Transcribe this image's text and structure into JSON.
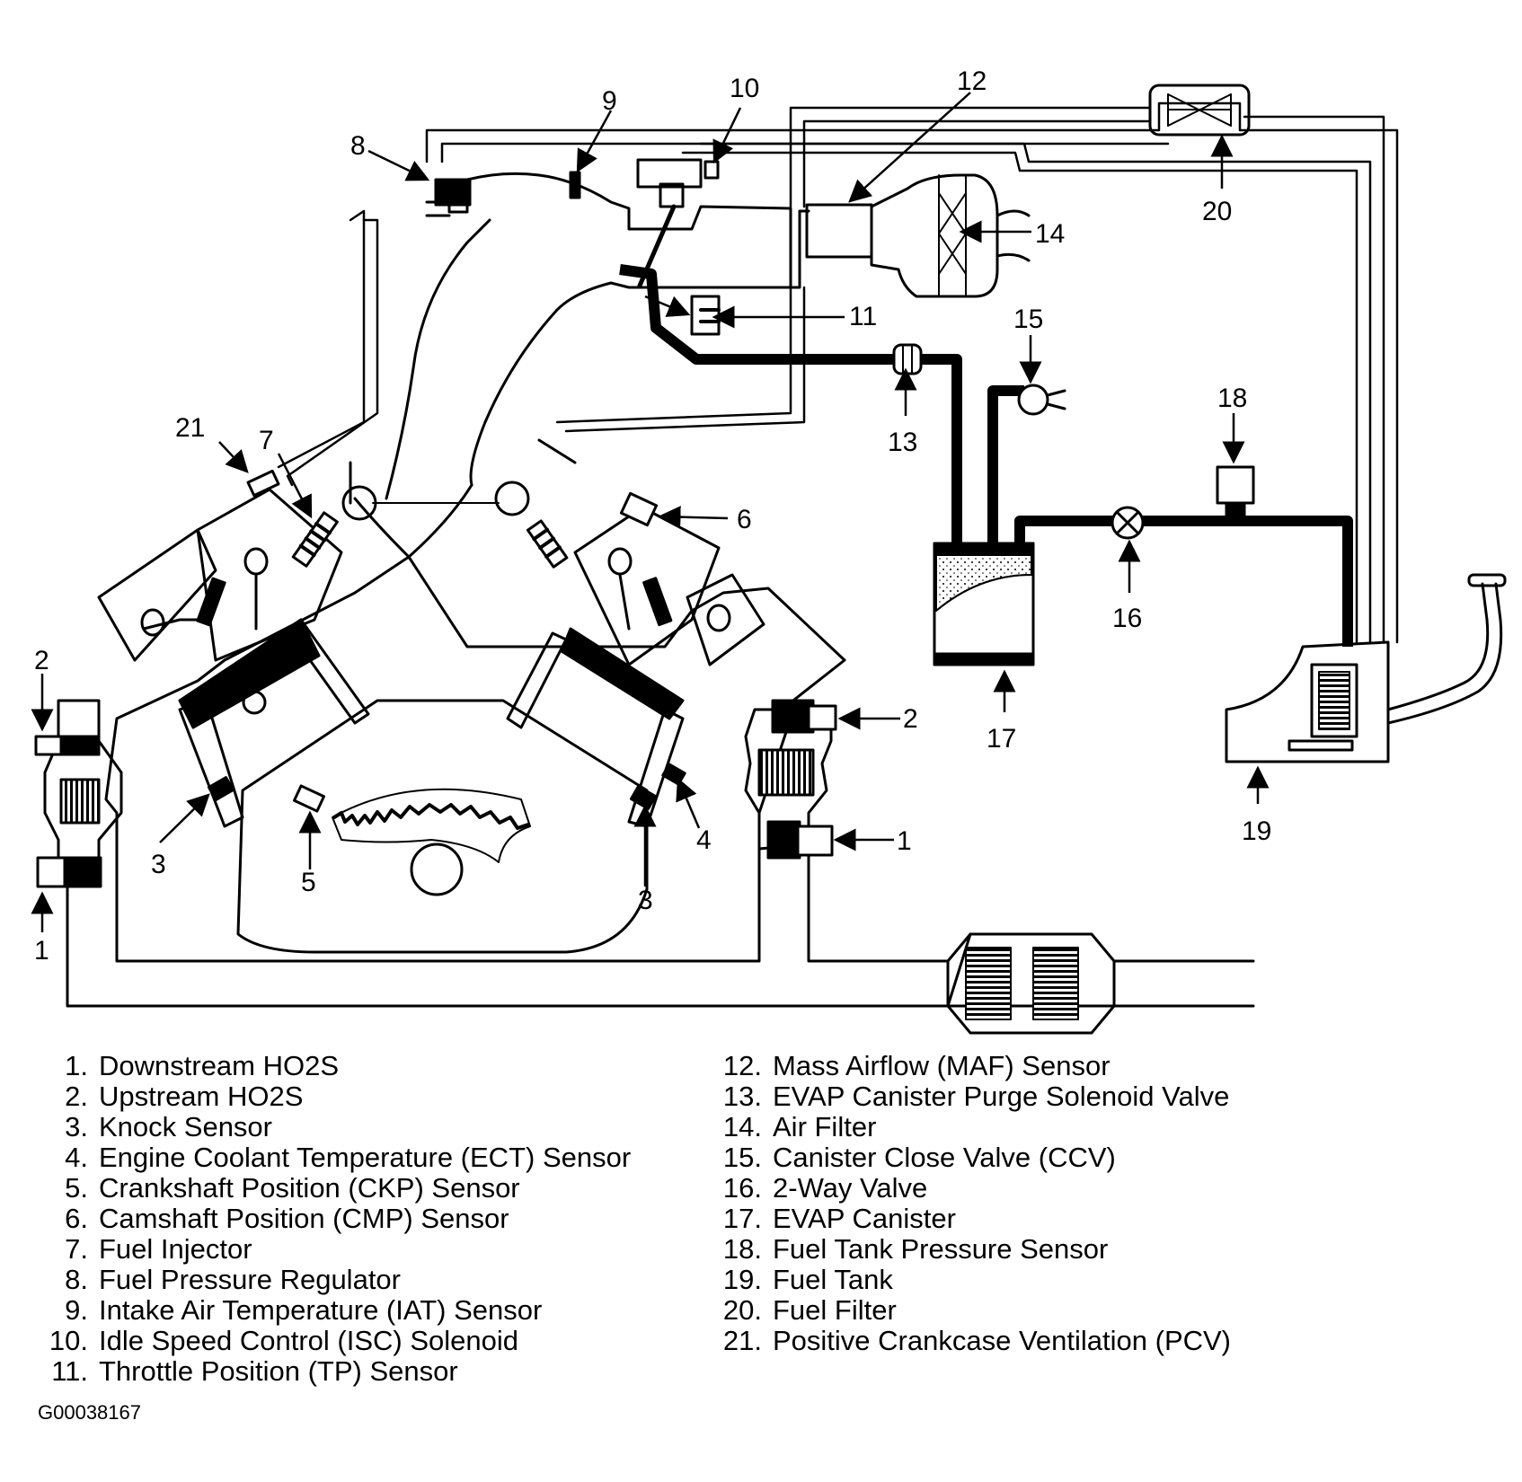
{
  "callouts": [
    "1",
    "2",
    "3",
    "4",
    "5",
    "6",
    "7",
    "8",
    "9",
    "10",
    "11",
    "12",
    "13",
    "14",
    "15",
    "16",
    "17",
    "18",
    "19",
    "20",
    "21"
  ],
  "legend": [
    {
      "num": "1.",
      "label": "Downstream HO2S"
    },
    {
      "num": "2.",
      "label": "Upstream HO2S"
    },
    {
      "num": "3.",
      "label": "Knock Sensor"
    },
    {
      "num": "4.",
      "label": "Engine Coolant Temperature (ECT) Sensor"
    },
    {
      "num": "5.",
      "label": "Crankshaft Position (CKP) Sensor"
    },
    {
      "num": "6.",
      "label": "Camshaft Position (CMP) Sensor"
    },
    {
      "num": "7.",
      "label": "Fuel Injector"
    },
    {
      "num": "8.",
      "label": "Fuel Pressure Regulator"
    },
    {
      "num": "9.",
      "label": "Intake Air Temperature (IAT) Sensor"
    },
    {
      "num": "10.",
      "label": "Idle Speed Control (ISC) Solenoid"
    },
    {
      "num": "11.",
      "label": "Throttle Position (TP) Sensor"
    },
    {
      "num": "12.",
      "label": "Mass Airflow (MAF) Sensor"
    },
    {
      "num": "13.",
      "label": "EVAP Canister Purge Solenoid Valve"
    },
    {
      "num": "14.",
      "label": "Air Filter"
    },
    {
      "num": "15.",
      "label": "Canister Close Valve (CCV)"
    },
    {
      "num": "16.",
      "label": "2-Way Valve"
    },
    {
      "num": "17.",
      "label": "EVAP Canister"
    },
    {
      "num": "18.",
      "label": "Fuel Tank Pressure Sensor"
    },
    {
      "num": "19.",
      "label": "Fuel Tank"
    },
    {
      "num": "20.",
      "label": "Fuel Filter"
    },
    {
      "num": "21.",
      "label": "Positive Crankcase Ventilation (PCV)"
    }
  ],
  "figure_id": "G00038167"
}
